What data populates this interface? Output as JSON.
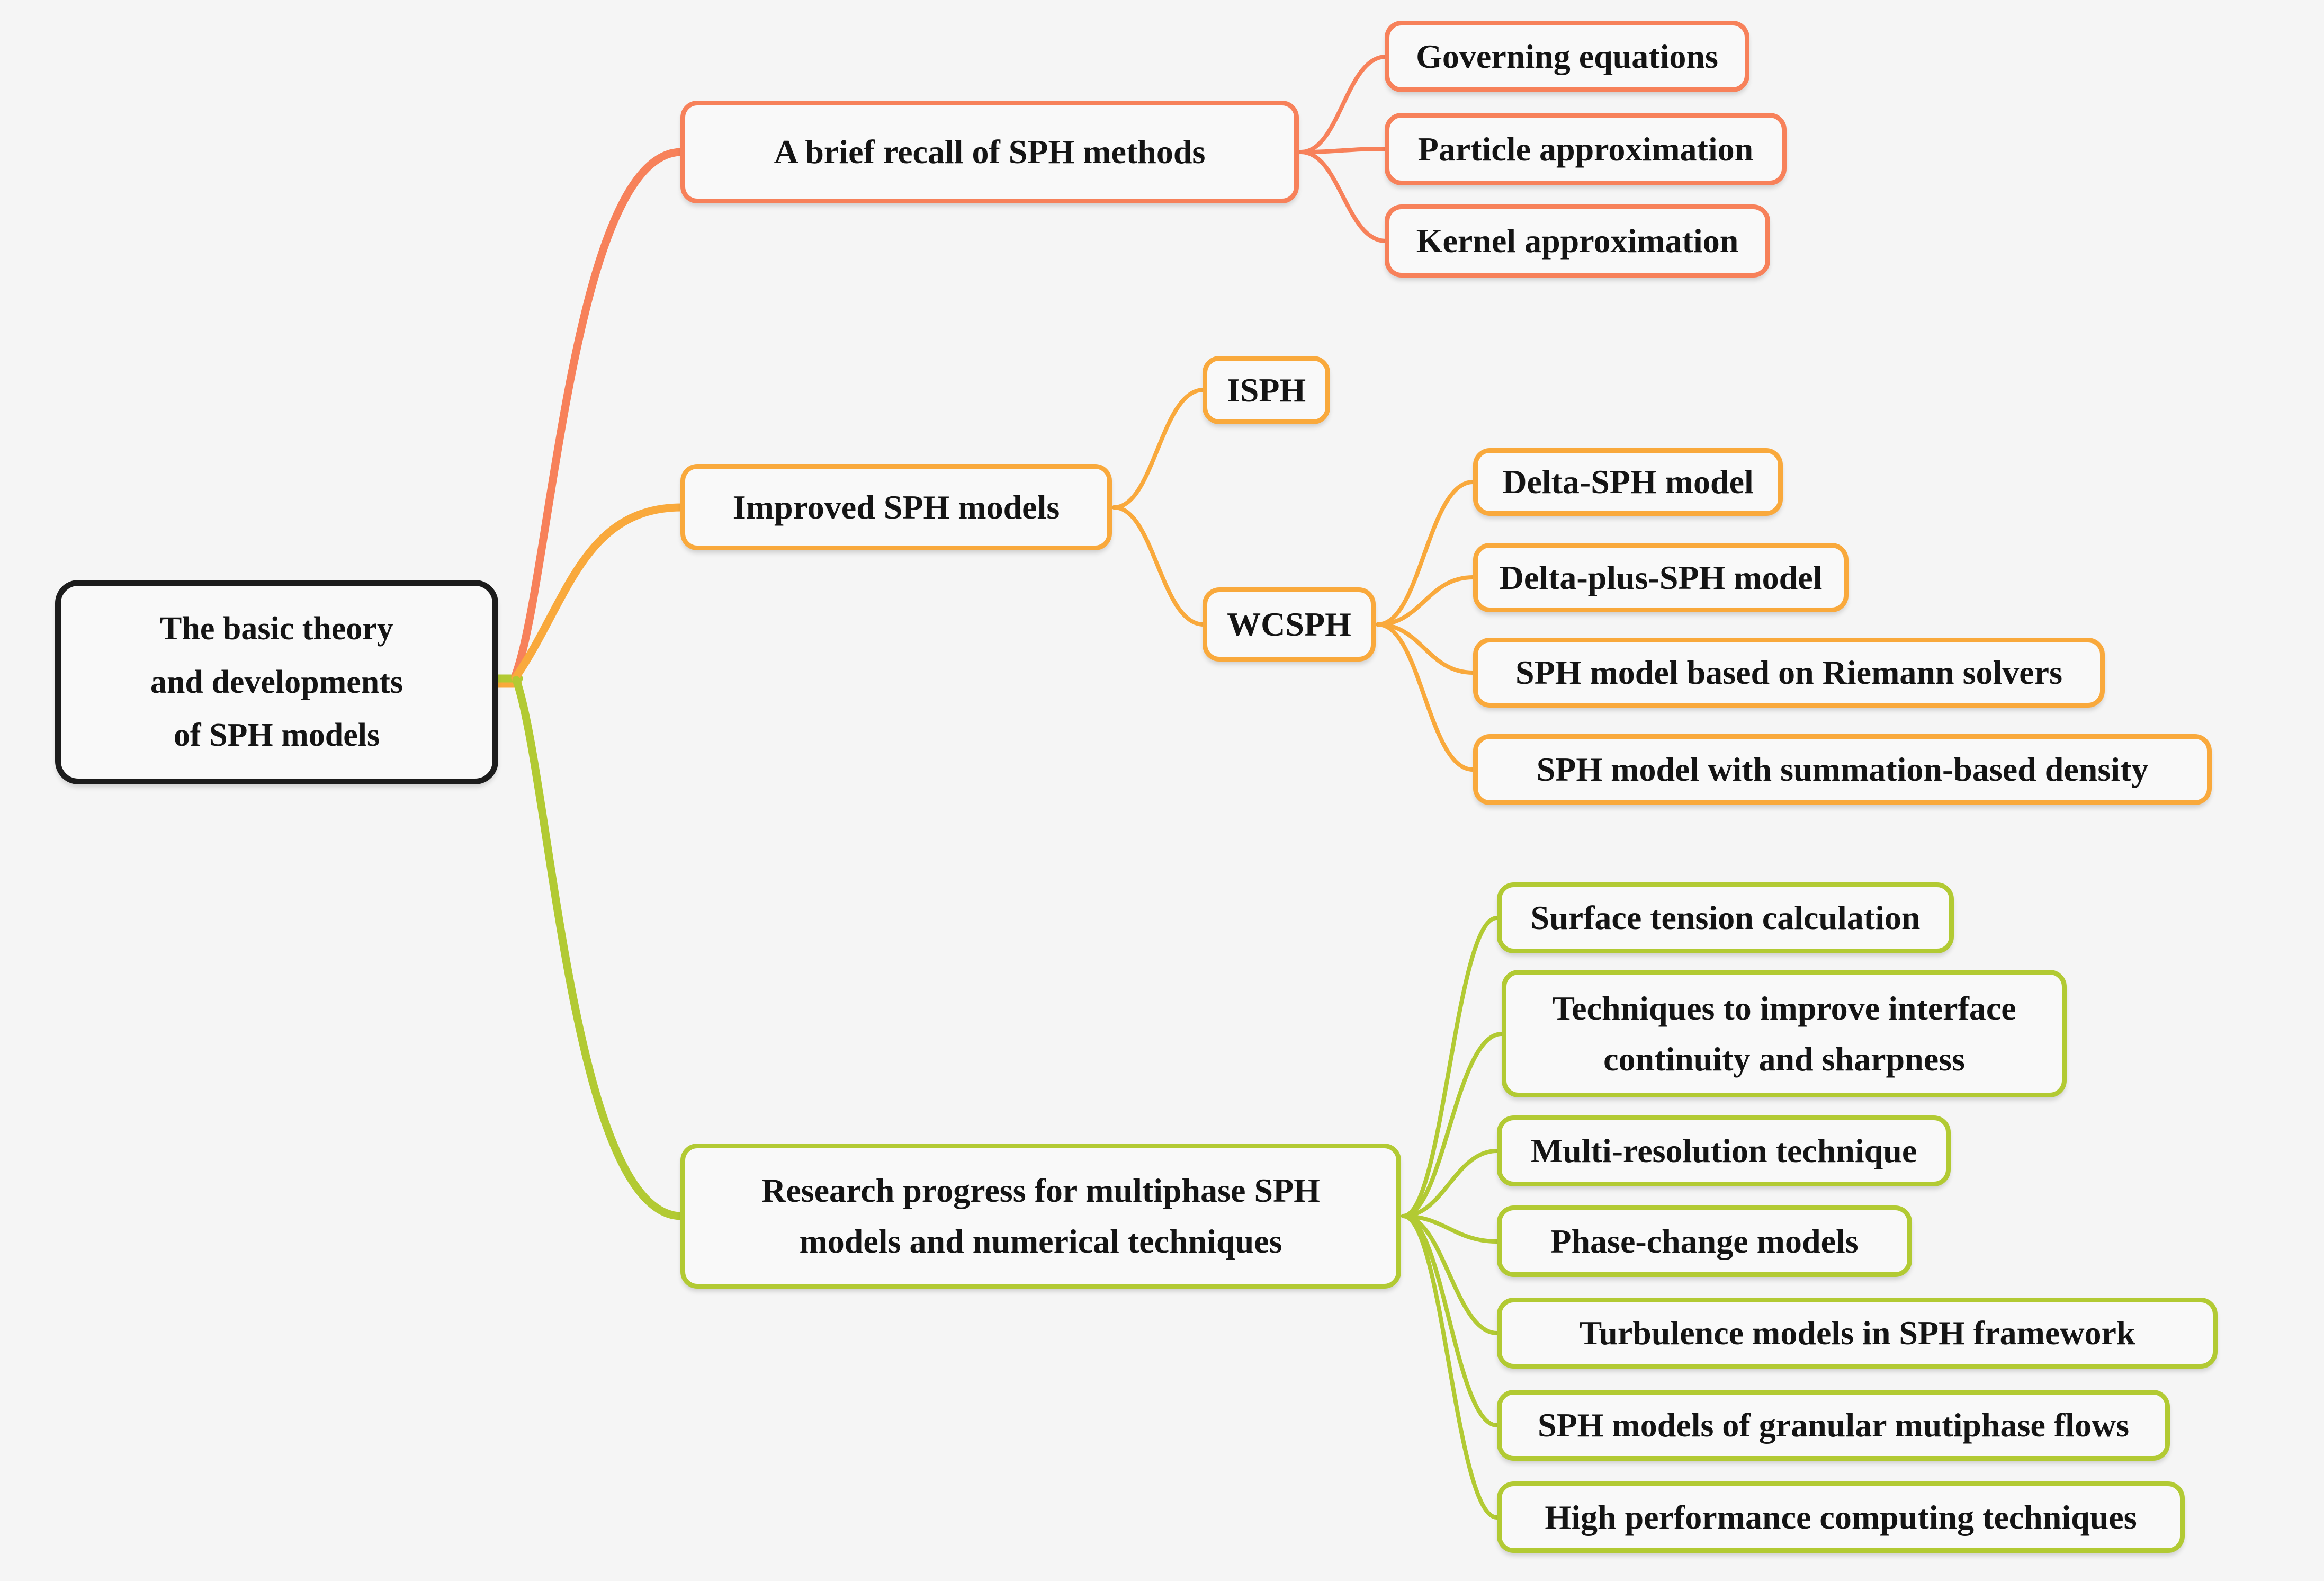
{
  "palette": {
    "background": "#f5f5f5",
    "node_fill": "#f9f9f9",
    "root_border": "#1c1c1c",
    "branch1": "#f7815a",
    "branch2": "#f9a93c",
    "branch3": "#b2ca33",
    "text": "#141414"
  },
  "root": {
    "label": "The basic theory\nand developments\nof SPH models"
  },
  "branches": [
    {
      "label": "A brief recall of SPH methods",
      "children": [
        {
          "label": "Governing equations"
        },
        {
          "label": "Particle approximation"
        },
        {
          "label": "Kernel approximation"
        }
      ]
    },
    {
      "label": "Improved SPH models",
      "children": [
        {
          "label": "ISPH"
        },
        {
          "label": "WCSPH",
          "children": [
            {
              "label": "Delta-SPH model"
            },
            {
              "label": "Delta-plus-SPH model"
            },
            {
              "label": "SPH model based on Riemann solvers"
            },
            {
              "label": "SPH model with summation-based density"
            }
          ]
        }
      ]
    },
    {
      "label": "Research progress for multiphase SPH\nmodels and numerical techniques",
      "children": [
        {
          "label": "Surface tension calculation"
        },
        {
          "label": "Techniques to improve interface\ncontinuity and sharpness"
        },
        {
          "label": "Multi-resolution technique"
        },
        {
          "label": "Phase-change models"
        },
        {
          "label": "Turbulence models in SPH framework"
        },
        {
          "label": "SPH models of granular mutiphase flows"
        },
        {
          "label": "High performance computing techniques"
        }
      ]
    }
  ]
}
